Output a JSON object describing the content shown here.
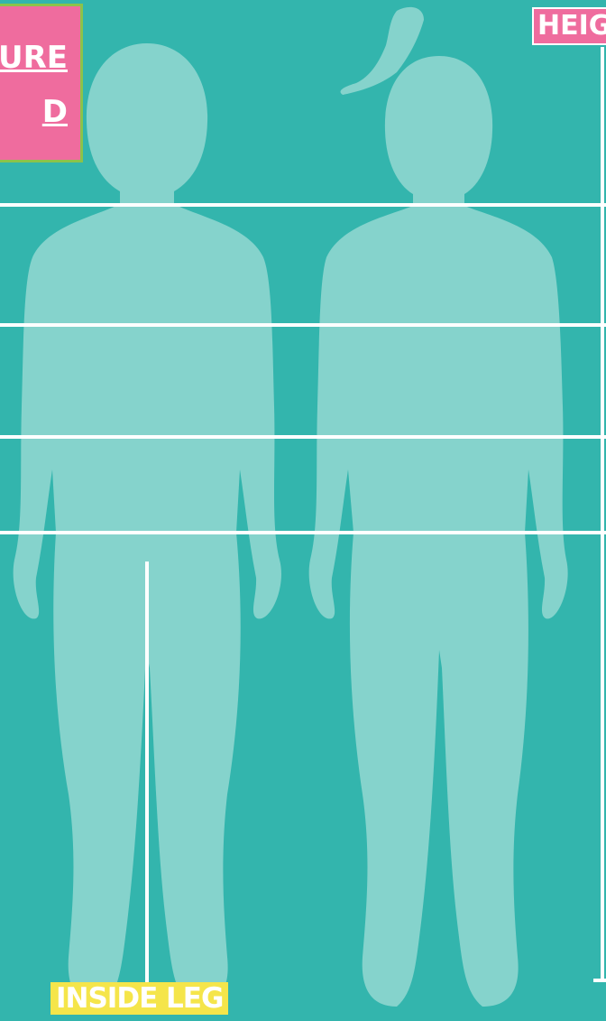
{
  "title_box": {
    "line1": "URE",
    "line2": "D"
  },
  "labels": {
    "height": "HEIG",
    "inside_leg": "INSIDE LEG"
  },
  "colors": {
    "background": "#33b5ad",
    "silhouette": "#85d3cc",
    "guide_line": "#ffffff",
    "pink_accent": "#ef6c9e",
    "green_border": "#8bc34a",
    "yellow_accent": "#f5e54a"
  }
}
